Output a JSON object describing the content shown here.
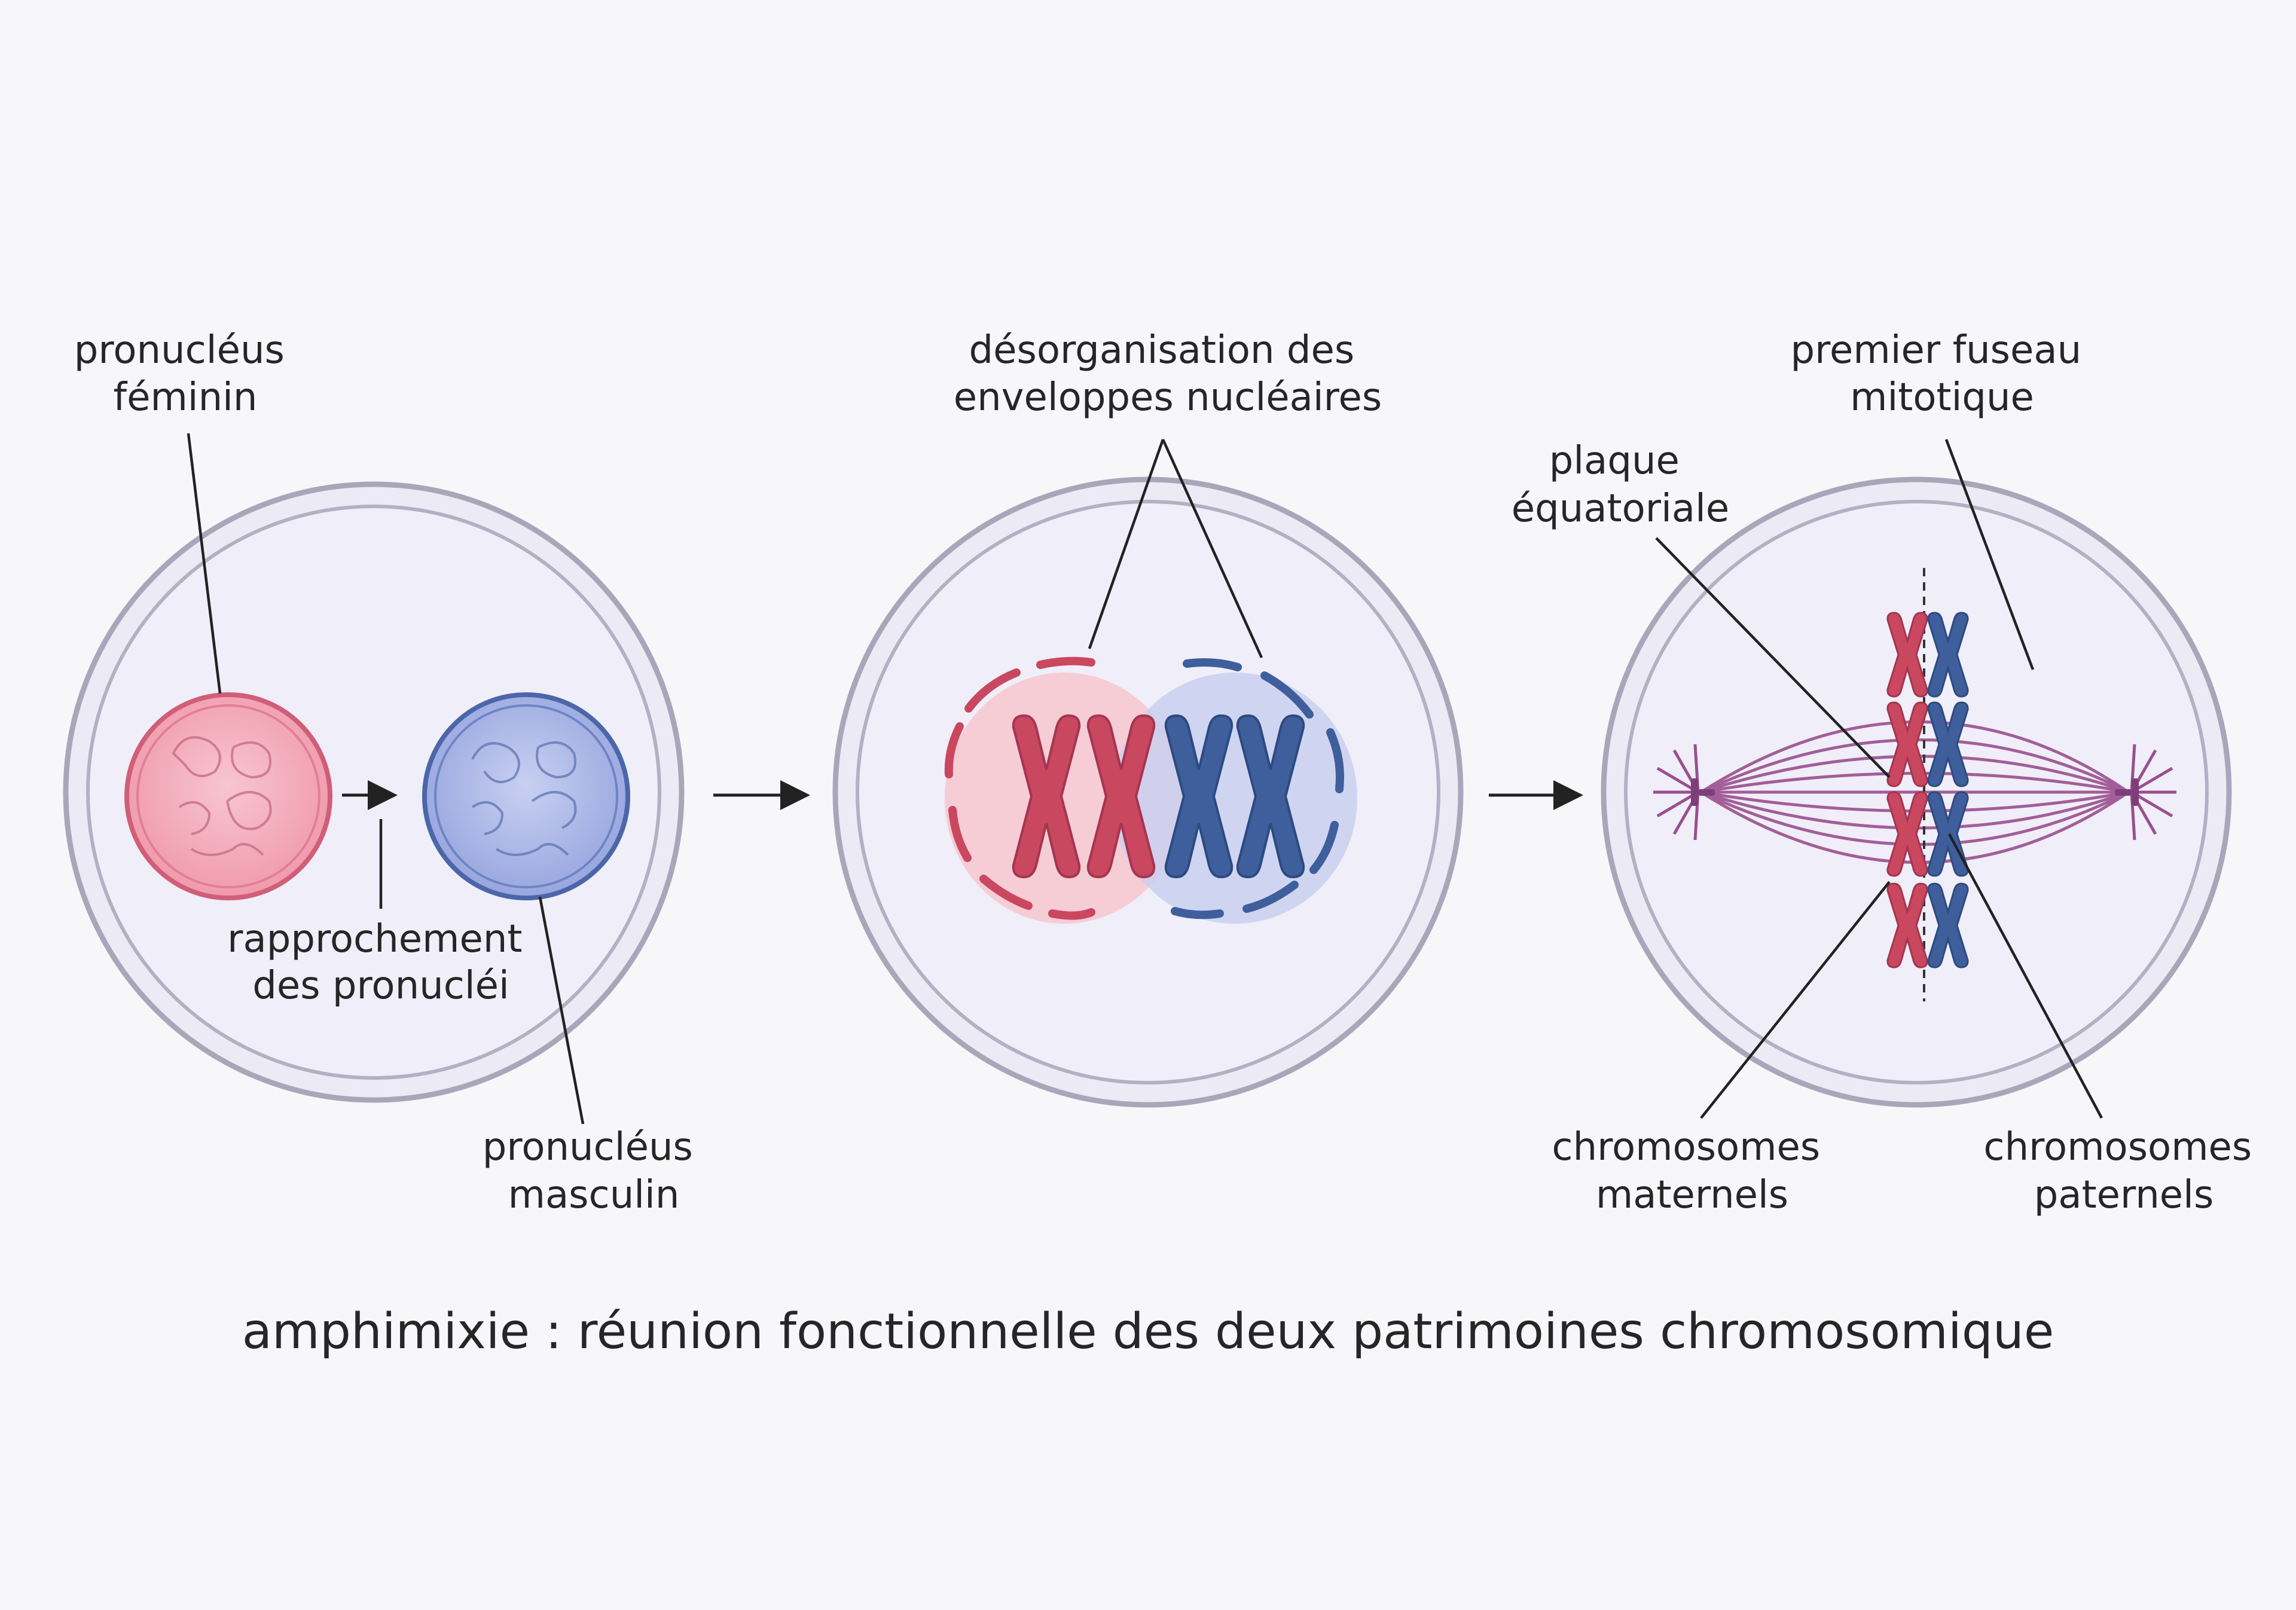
{
  "labels": {
    "female_pronucleus": [
      "pronucléus",
      "féminin"
    ],
    "approach": [
      "rapprochement",
      "des pronucléi"
    ],
    "male_pronucleus": [
      "pronucléus",
      "masculin"
    ],
    "envelope_breakdown": [
      "désorganisation des",
      "enveloppes nucléaires"
    ],
    "equatorial_plate": [
      "plaque",
      "équatoriale"
    ],
    "first_spindle": [
      "premier fuseau",
      "mitotique"
    ],
    "maternal_chromosomes": [
      "chromosomes",
      "maternels"
    ],
    "paternal_chromosomes": [
      "chromosomes",
      "paternels"
    ]
  },
  "caption": "amphimixie : réunion fonctionnelle des deux patrimoines chromosomique",
  "colors": {
    "maternal": "#c9475f",
    "paternal": "#3e5f9c",
    "spindle": "#9a4f8e",
    "cell_outline": "#a8a7ba",
    "cytoplasm": "#efedf7",
    "female_nucleus_fill": "#f2a9b8",
    "male_nucleus_fill": "#a9b5e4"
  }
}
